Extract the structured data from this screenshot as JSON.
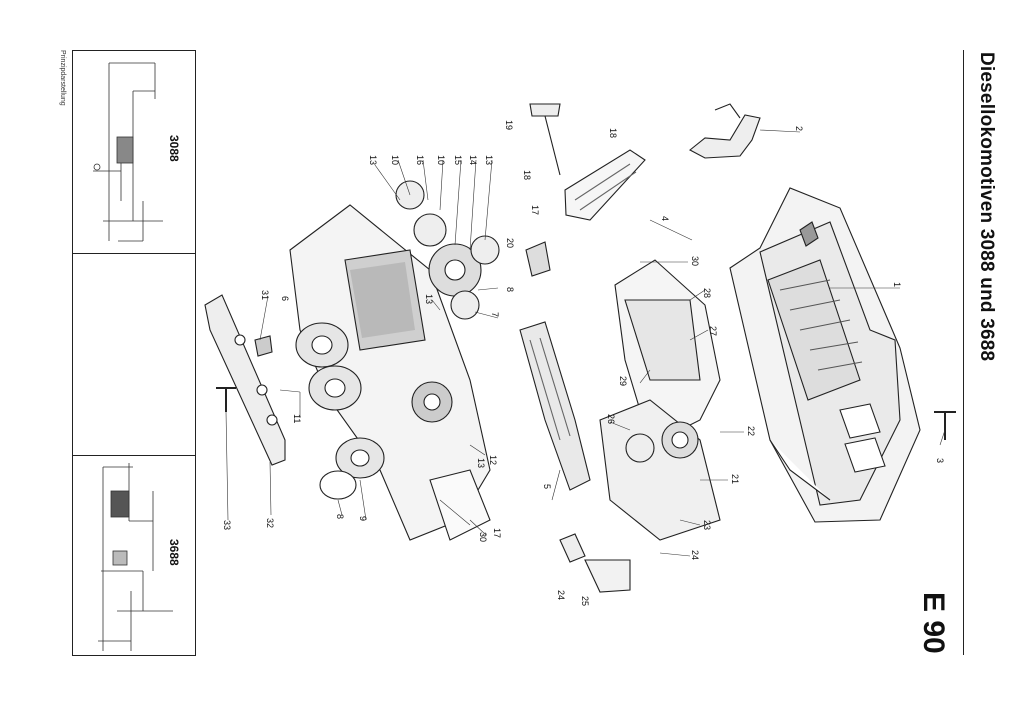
{
  "page": {
    "title": "Diesellokomotiven 3088 und 3688",
    "page_code": "E 90",
    "schematic_caption": "Prinzipdarstellung"
  },
  "schematics": [
    {
      "model": "3088"
    },
    {
      "model": "3688"
    }
  ],
  "callouts": [
    "1",
    "2",
    "3",
    "4",
    "5",
    "6",
    "7",
    "8",
    "8",
    "9",
    "10",
    "10",
    "11",
    "12",
    "13",
    "13",
    "13",
    "13",
    "14",
    "15",
    "16",
    "17",
    "17",
    "18",
    "18",
    "19",
    "20",
    "21",
    "22",
    "23",
    "24",
    "24",
    "25",
    "26",
    "27",
    "28",
    "29",
    "30",
    "30",
    "31",
    "32",
    "33"
  ]
}
